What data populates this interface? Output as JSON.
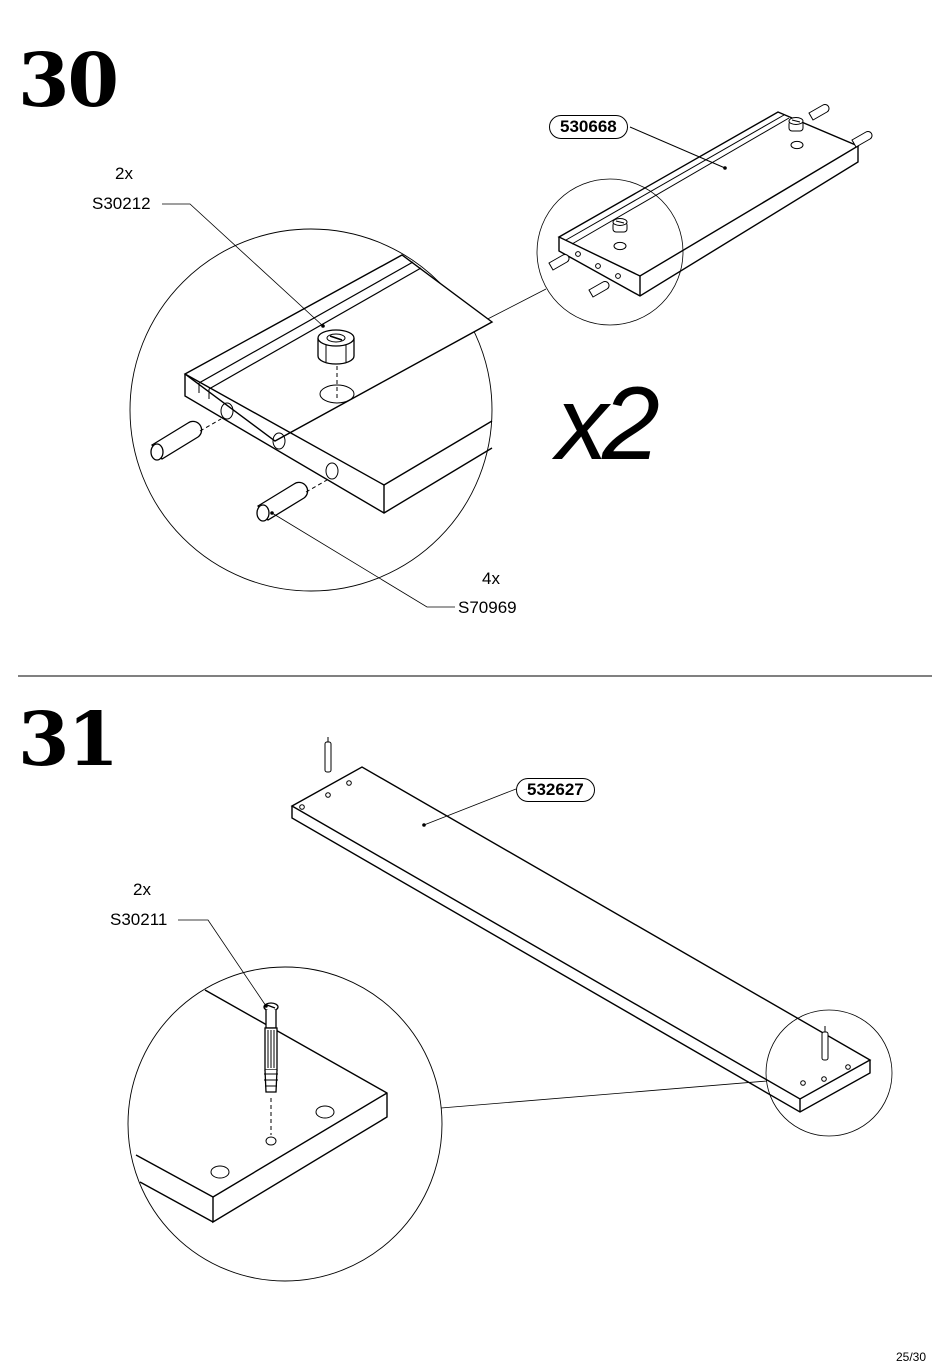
{
  "step30": {
    "number": "30",
    "panel_part": "530668",
    "cam_qty": "2x",
    "cam_code": "S30212",
    "dowel_qty": "4x",
    "dowel_code": "S70969",
    "multiplier": "x2"
  },
  "step31": {
    "number": "31",
    "panel_part": "532627",
    "bolt_qty": "2x",
    "bolt_code": "S30211"
  },
  "footer": {
    "page": "25/30"
  },
  "colors": {
    "ink": "#000000",
    "paper": "#ffffff"
  }
}
